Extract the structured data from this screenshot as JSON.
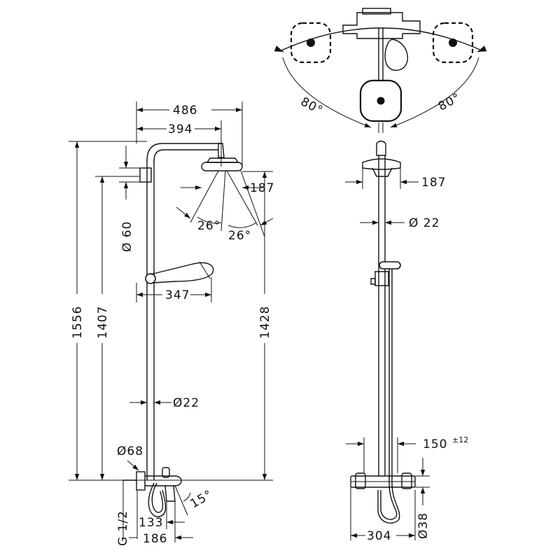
{
  "dimensions": {
    "width_total": "486",
    "width_arm": "394",
    "height_total": "1556",
    "height_outlet": "1407",
    "height_head": "1428",
    "wall_bracket": "Ø 60",
    "head_diameter_side": "187",
    "head_diameter_front": "187",
    "angle_left": "26°",
    "angle_right": "26°",
    "handshower_arm": "347",
    "pipe_diameter_side": "Ø22",
    "pipe_diameter_front": "Ø 22",
    "mixer_diameter": "Ø68",
    "spout_angle": "15°",
    "connection": "G 1/2",
    "depth_133": "133",
    "depth_186": "186",
    "centers": "150",
    "centers_tol": "±12",
    "mixer_width": "304",
    "outlet_diameter": "Ø38",
    "swivel_left": "80°",
    "swivel_right": "80°"
  }
}
